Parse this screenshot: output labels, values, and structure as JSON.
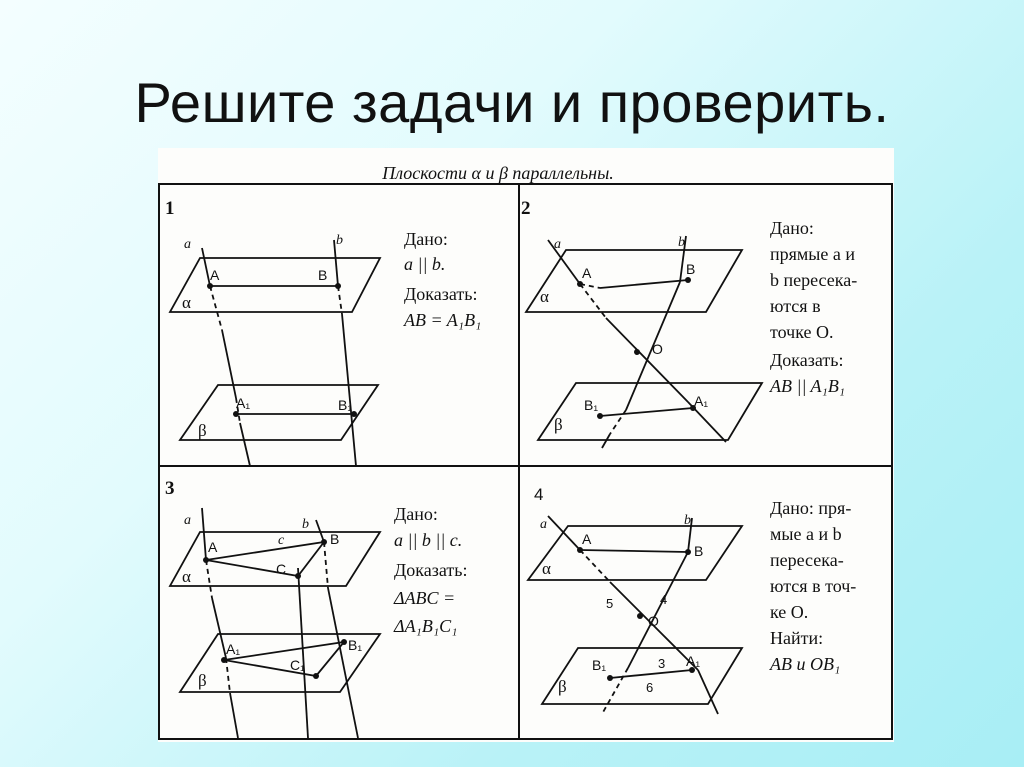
{
  "slide": {
    "title": "Решите задачи и проверить."
  },
  "header": {
    "caption": "Плоскости α и β параллельны."
  },
  "problems": [
    {
      "number": "1",
      "given_heading": "Дано:",
      "given": "a || b.",
      "prove_heading": "Доказать:",
      "prove": "AB = A₁B₁",
      "labels": {
        "line_a": "a",
        "line_b": "b",
        "alpha": "α",
        "beta": "β",
        "A": "A",
        "B": "B",
        "A1": "A₁",
        "B1": "B₁"
      }
    },
    {
      "number": "2",
      "given_heading": "Дано:",
      "given_lines": [
        "прямые a и",
        "b пересека-",
        "ются в",
        "точке O."
      ],
      "prove_heading": "Доказать:",
      "prove": "AB || A₁B₁",
      "labels": {
        "line_a": "a",
        "line_b": "b",
        "alpha": "α",
        "beta": "β",
        "A": "A",
        "B": "B",
        "O": "O",
        "A1": "A₁",
        "B1": "B₁"
      }
    },
    {
      "number": "3",
      "given_heading": "Дано:",
      "given": "a || b || c.",
      "prove_heading": "Доказать:",
      "prove_lines": [
        "ΔABC =",
        "ΔA₁B₁C₁"
      ],
      "labels": {
        "line_a": "a",
        "line_b": "b",
        "line_c": "c",
        "alpha": "α",
        "beta": "β",
        "A": "A",
        "B": "B",
        "C": "C",
        "A1": "A₁",
        "B1": "B₁",
        "C1": "C₁"
      }
    },
    {
      "number": "4",
      "given_lines": [
        "Дано: пря-",
        "мые a и b",
        "пересека-",
        "ются в точ-",
        "ке O."
      ],
      "find_heading": "Найти:",
      "find": "AB и OB₁",
      "labels": {
        "line_a": "a",
        "line_b": "b",
        "alpha": "α",
        "beta": "β",
        "A": "A",
        "B": "B",
        "O": "O",
        "A1": "A₁",
        "B1": "B₁",
        "seg_5": "5",
        "seg_4": "4",
        "seg_3": "3",
        "seg_6": "6"
      }
    }
  ]
}
